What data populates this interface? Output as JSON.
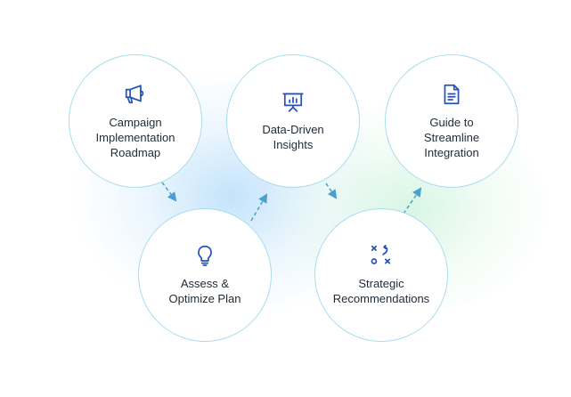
{
  "colors": {
    "node_border": "#a9dcef",
    "icon": "#2553b8",
    "arrow": "#4a9fcf",
    "text": "#1f2b37"
  },
  "nodes": [
    {
      "id": "campaign",
      "icon": "megaphone-icon",
      "label": "Campaign\nImplementation\nRoadmap"
    },
    {
      "id": "assess",
      "icon": "lightbulb-icon",
      "label": "Assess &\nOptimize Plan"
    },
    {
      "id": "data",
      "icon": "presentation-chart-icon",
      "label": "Data-Driven\nInsights"
    },
    {
      "id": "strategic",
      "icon": "strategy-play-icon",
      "label": "Strategic\nRecommendations"
    },
    {
      "id": "guide",
      "icon": "document-icon",
      "label": "Guide to\nStreamline\nIntegration"
    }
  ],
  "connections": [
    {
      "from": "campaign",
      "to": "assess",
      "style": "dashed-arrow"
    },
    {
      "from": "assess",
      "to": "data",
      "style": "dashed-arrow"
    },
    {
      "from": "data",
      "to": "strategic",
      "style": "dashed-arrow"
    },
    {
      "from": "strategic",
      "to": "guide",
      "style": "dashed-arrow"
    }
  ]
}
